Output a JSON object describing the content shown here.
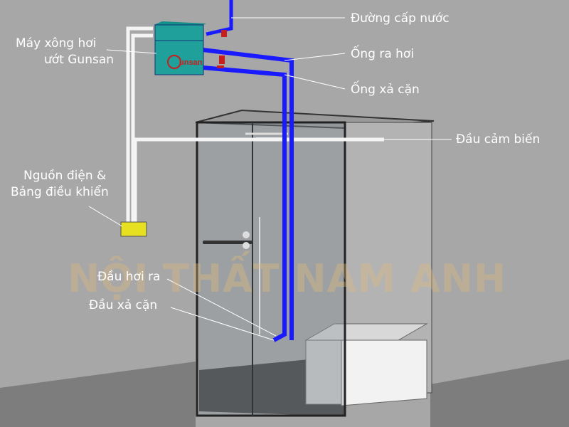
{
  "diagram": {
    "labels": {
      "water_supply": "Đường cấp nước",
      "steam_outlet_pipe": "Ống ra hơi",
      "drain_pipe": "Ống xả cặn",
      "steam_machine_line1": "Máy xông hơi",
      "steam_machine_line2": "ướt Gunsan",
      "sensor": "Đầu cảm biến",
      "power_line1": "Nguồn điện &",
      "power_line2": "Bảng điều khiển",
      "steam_head": "Đầu hơi ra",
      "drain_head": "Đầu xả cặn"
    },
    "brand_logo": "Gunsan",
    "watermark": "NỘI THẤT NAM ANH",
    "colors": {
      "machine": "#1fa09a",
      "pipe": "#1a1aff",
      "valve": "#c81e1e",
      "wall": "#a7a7a7",
      "label": "#ffffff"
    }
  }
}
